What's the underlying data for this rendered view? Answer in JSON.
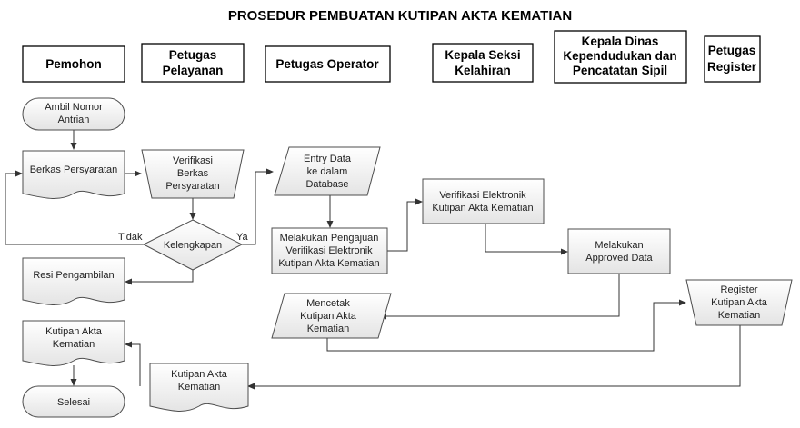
{
  "title": "PROSEDUR PEMBUATAN KUTIPAN AKTA KEMATIAN",
  "lanes": [
    {
      "lines": [
        "Pemohon"
      ]
    },
    {
      "lines": [
        "Petugas",
        "Pelayanan"
      ]
    },
    {
      "lines": [
        "Petugas Operator"
      ]
    },
    {
      "lines": [
        "Kepala Seksi",
        "Kelahiran"
      ]
    },
    {
      "lines": [
        "Kepala Dinas",
        "Kependudukan dan",
        "Pencatatan Sipil"
      ]
    },
    {
      "lines": [
        "Petugas",
        "Register"
      ]
    }
  ],
  "nodes": {
    "ambil": {
      "lines": [
        "Ambil Nomor",
        "Antrian"
      ]
    },
    "berkas": {
      "lines": [
        "Berkas Persyaratan"
      ]
    },
    "verifikasi": {
      "lines": [
        "Verifikasi",
        "Berkas",
        "Persyaratan"
      ]
    },
    "kelengkapan": {
      "lines": [
        "Kelengkapan"
      ]
    },
    "resi": {
      "lines": [
        "Resi Pengambilan"
      ]
    },
    "kutipan_doc": {
      "lines": [
        "Kutipan Akta",
        "Kematian"
      ]
    },
    "selesai": {
      "lines": [
        "Selesai"
      ]
    },
    "kutipan_bottom": {
      "lines": [
        "Kutipan Akta",
        "Kematian"
      ]
    },
    "entry": {
      "lines": [
        "Entry Data",
        "ke dalam",
        "Database"
      ]
    },
    "pengajuan": {
      "lines": [
        "Melakukan Pengajuan",
        "Verifikasi Elektronik",
        "Kutipan Akta Kematian"
      ]
    },
    "verif_elektronik": {
      "lines": [
        "Verifikasi Elektronik",
        "Kutipan Akta Kematian"
      ]
    },
    "approved": {
      "lines": [
        "Melakukan",
        "Approved Data"
      ]
    },
    "mencetak": {
      "lines": [
        "Mencetak",
        "Kutipan Akta",
        "Kematian"
      ]
    },
    "register": {
      "lines": [
        "Register",
        "Kutipan Akta",
        "Kematian"
      ]
    }
  },
  "edge_labels": {
    "tidak": "Tidak",
    "ya": "Ya"
  },
  "colors": {
    "fill_top": "#ffffff",
    "fill_bottom": "#e6e6e6",
    "stroke": "#4d4d4d",
    "line": "#333333"
  }
}
